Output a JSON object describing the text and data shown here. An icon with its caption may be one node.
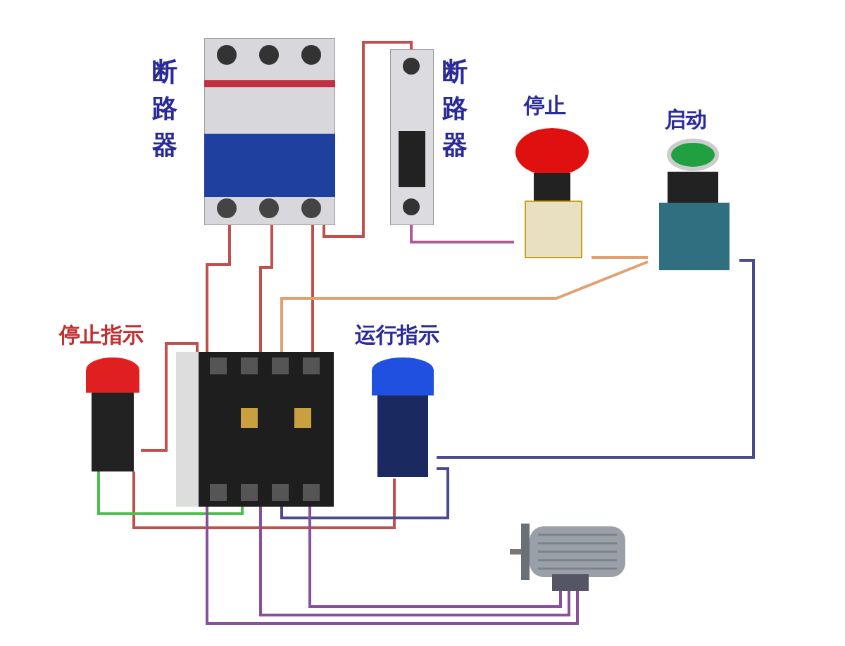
{
  "diagram": {
    "nodes": [
      {
        "text": [
          "断路器"
        ]
      },
      {
        "text": [
          "断路器"
        ]
      },
      {
        "text": [
          "停止"
        ]
      },
      {
        "text": [
          "启动"
        ]
      },
      {
        "text": [
          "停止指示"
        ]
      },
      {
        "text": [],
        "shape": "picture"
      },
      {
        "text": [
          "运行指示"
        ]
      },
      {
        "text": [],
        "shape": "picture"
      }
    ],
    "edges": [
      {
        "from": 0,
        "to": 5,
        "arrow": "none",
        "color": "#c0504d"
      },
      {
        "from": 0,
        "to": 5,
        "arrow": "none",
        "color": "#c0504d"
      },
      {
        "from": 0,
        "to": 5,
        "arrow": "none",
        "color": "#c0504d"
      },
      {
        "from": 0,
        "to": 1,
        "arrow": "none",
        "color": "#c0504d"
      },
      {
        "from": 1,
        "to": 2,
        "arrow": "none",
        "color": "#b05a9a"
      },
      {
        "from": 2,
        "to": 3,
        "arrow": "none",
        "color": "#e0a070"
      },
      {
        "from": 3,
        "to": 5,
        "arrow": "none",
        "color": "#e0a070"
      },
      {
        "from": 3,
        "to": 6,
        "arrow": "none",
        "color": "#4a4a90"
      },
      {
        "from": 4,
        "to": 5,
        "arrow": "none",
        "color": "#c0504d"
      },
      {
        "from": 4,
        "to": 6,
        "arrow": "none",
        "color": "#c0504d"
      },
      {
        "from": 4,
        "to": 5,
        "arrow": "none",
        "color": "#4cc04c"
      },
      {
        "from": 6,
        "to": 5,
        "arrow": "none",
        "color": "#4a4a90"
      },
      {
        "from": 5,
        "to": 7,
        "arrow": "none",
        "color": "#8a50a0"
      },
      {
        "from": 5,
        "to": 7,
        "arrow": "none",
        "color": "#8a50a0"
      },
      {
        "from": 5,
        "to": 7,
        "arrow": "none",
        "color": "#8a50a0"
      }
    ]
  }
}
